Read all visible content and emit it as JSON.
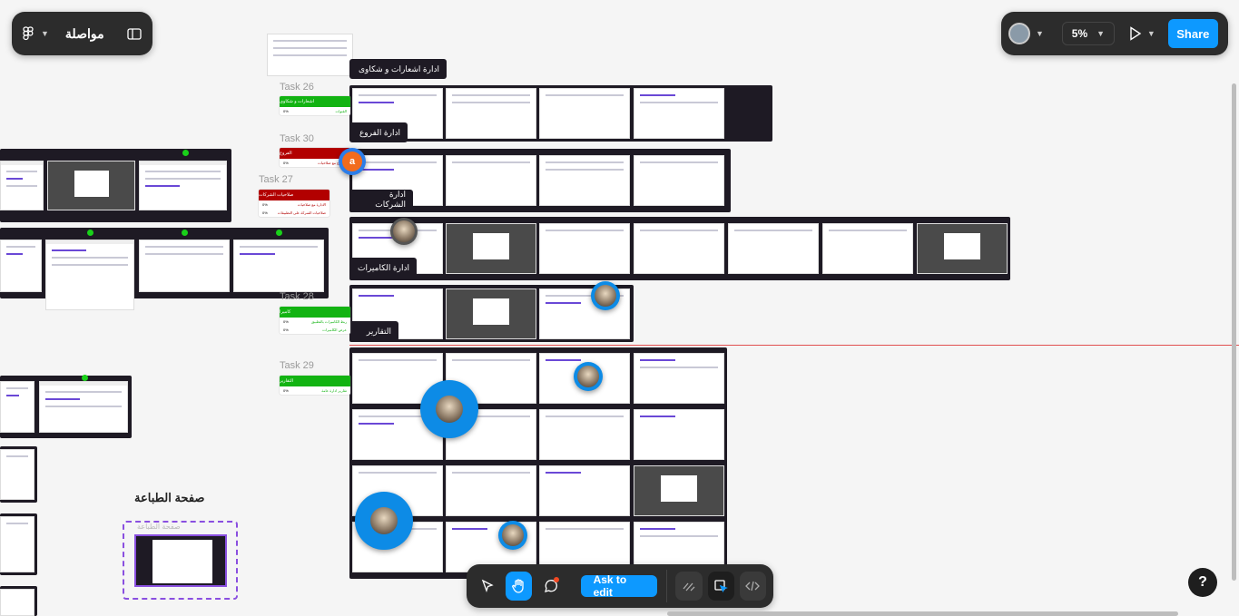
{
  "app": {
    "file_name": "مواصلة"
  },
  "header": {
    "zoom": "5%",
    "share_label": "Share"
  },
  "bottom_toolbar": {
    "ask_label": "Ask to edit"
  },
  "help": {
    "label": "?"
  },
  "sections": [
    {
      "label": "ادارة اشعارات و شكاوى"
    },
    {
      "label": "ادارة الفروع"
    },
    {
      "label": "ادارة الشركات"
    },
    {
      "label": "ادارة الكاميرات"
    },
    {
      "label": "التقارير"
    }
  ],
  "tasks": [
    {
      "title": "Task 26",
      "header": "اشعارات و شكاوى",
      "rows": [
        {
          "text": "القنوات",
          "pct": "0%"
        }
      ]
    },
    {
      "title": "Task 30",
      "header": "الفروع",
      "rows": [
        {
          "text": "الفروع مع صلاحيات",
          "pct": "0%"
        }
      ]
    },
    {
      "title": "Task 27",
      "header": "صلاحيات الشركات",
      "rows": [
        {
          "text": "الادارة مع صلاحيات",
          "pct": "0%"
        },
        {
          "text": "صلاحيات الشركة على التطبيقات",
          "pct": "0%"
        }
      ]
    },
    {
      "title": "Task 28",
      "header": "كاميرا",
      "rows": [
        {
          "text": "ربط الكاميرات بالتطبيق",
          "pct": "0%"
        },
        {
          "text": "عرض الكاميرات",
          "pct": "0%"
        }
      ]
    },
    {
      "title": "Task 29",
      "header": "التقارير",
      "rows": [
        {
          "text": "تقارير ادارة عامة",
          "pct": "0%"
        }
      ]
    }
  ],
  "avatar_badge": {
    "letter": "a"
  },
  "print_page": {
    "title": "صفحة الطباعة",
    "frame_label": "صفحة الطباعة"
  },
  "colors": {
    "accent": "#0d99ff",
    "section_bg": "#1e1a24",
    "task_green": "#12b312",
    "task_red": "#b20000"
  }
}
